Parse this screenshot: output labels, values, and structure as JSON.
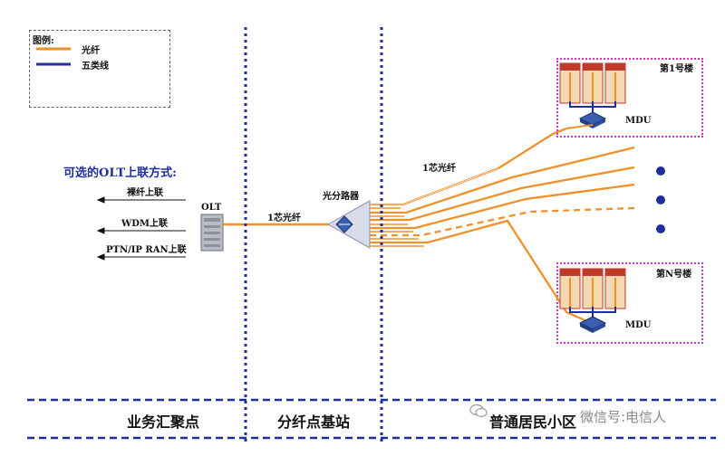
{
  "legend": {
    "title": "图例:",
    "items": [
      {
        "label": "光纤",
        "color": "#f0902a"
      },
      {
        "label": "五类线",
        "color": "#1f2fa0"
      }
    ]
  },
  "uplink": {
    "title": "可选的OLT上联方式:",
    "options": [
      "裸纤上联",
      "WDM上联",
      "PTN/IP RAN上联"
    ]
  },
  "olt_label": "OLT",
  "feeder_fiber_label": "1芯光纤",
  "splitter_label": "光分路器",
  "drop_fiber_label": "1芯光纤",
  "buildings": [
    {
      "label": "第1号楼",
      "device": "MDU"
    },
    {
      "label": "第N号楼",
      "device": "MDU"
    }
  ],
  "zones": [
    "业务汇聚点",
    "分纤点基站",
    "普通居民小区"
  ],
  "watermark": "微信号:电信人",
  "colors": {
    "fiber": "#f0902a",
    "cat5": "#1f2fa0",
    "divider": "#1f2fa0",
    "building_border": "#cc33cc"
  }
}
